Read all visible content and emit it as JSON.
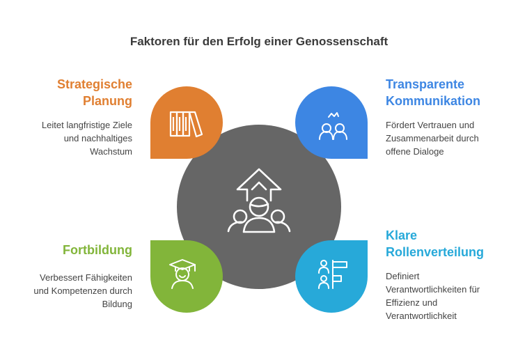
{
  "title": "Faktoren für den Erfolg einer Genossenschaft",
  "colors": {
    "center": "#666666",
    "strategy": "#E07F31",
    "communication": "#3D86E3",
    "education": "#82B53A",
    "roles": "#27A9D9",
    "text": "#444444"
  },
  "factors": {
    "strategy": {
      "heading_line1": "Strategische",
      "heading_line2": "Planung",
      "desc_line1": "Leitet langfristige Ziele",
      "desc_line2": "und nachhaltiges",
      "desc_line3": "Wachstum",
      "icon": "bookshelf-icon"
    },
    "communication": {
      "heading_line1": "Transparente",
      "heading_line2": "Kommunikation",
      "desc_line1": "Fördert Vertrauen und",
      "desc_line2": "Zusammenarbeit durch",
      "desc_line3": "offene Dialoge",
      "icon": "people-communication-icon"
    },
    "education": {
      "heading_line1": "Fortbildung",
      "desc_line1": "Verbessert Fähigkeiten",
      "desc_line2": "und Kompetenzen durch",
      "desc_line3": "Bildung",
      "icon": "graduate-icon"
    },
    "roles": {
      "heading_line1": "Klare",
      "heading_line2": "Rollenverteilung",
      "desc_line1": "Definiert",
      "desc_line2": "Verantwortlichkeiten für",
      "desc_line3": "Effizienz und",
      "desc_line4": "Verantwortlichkeit",
      "icon": "role-assignment-icon"
    }
  },
  "center_icon": "group-growth-icon"
}
